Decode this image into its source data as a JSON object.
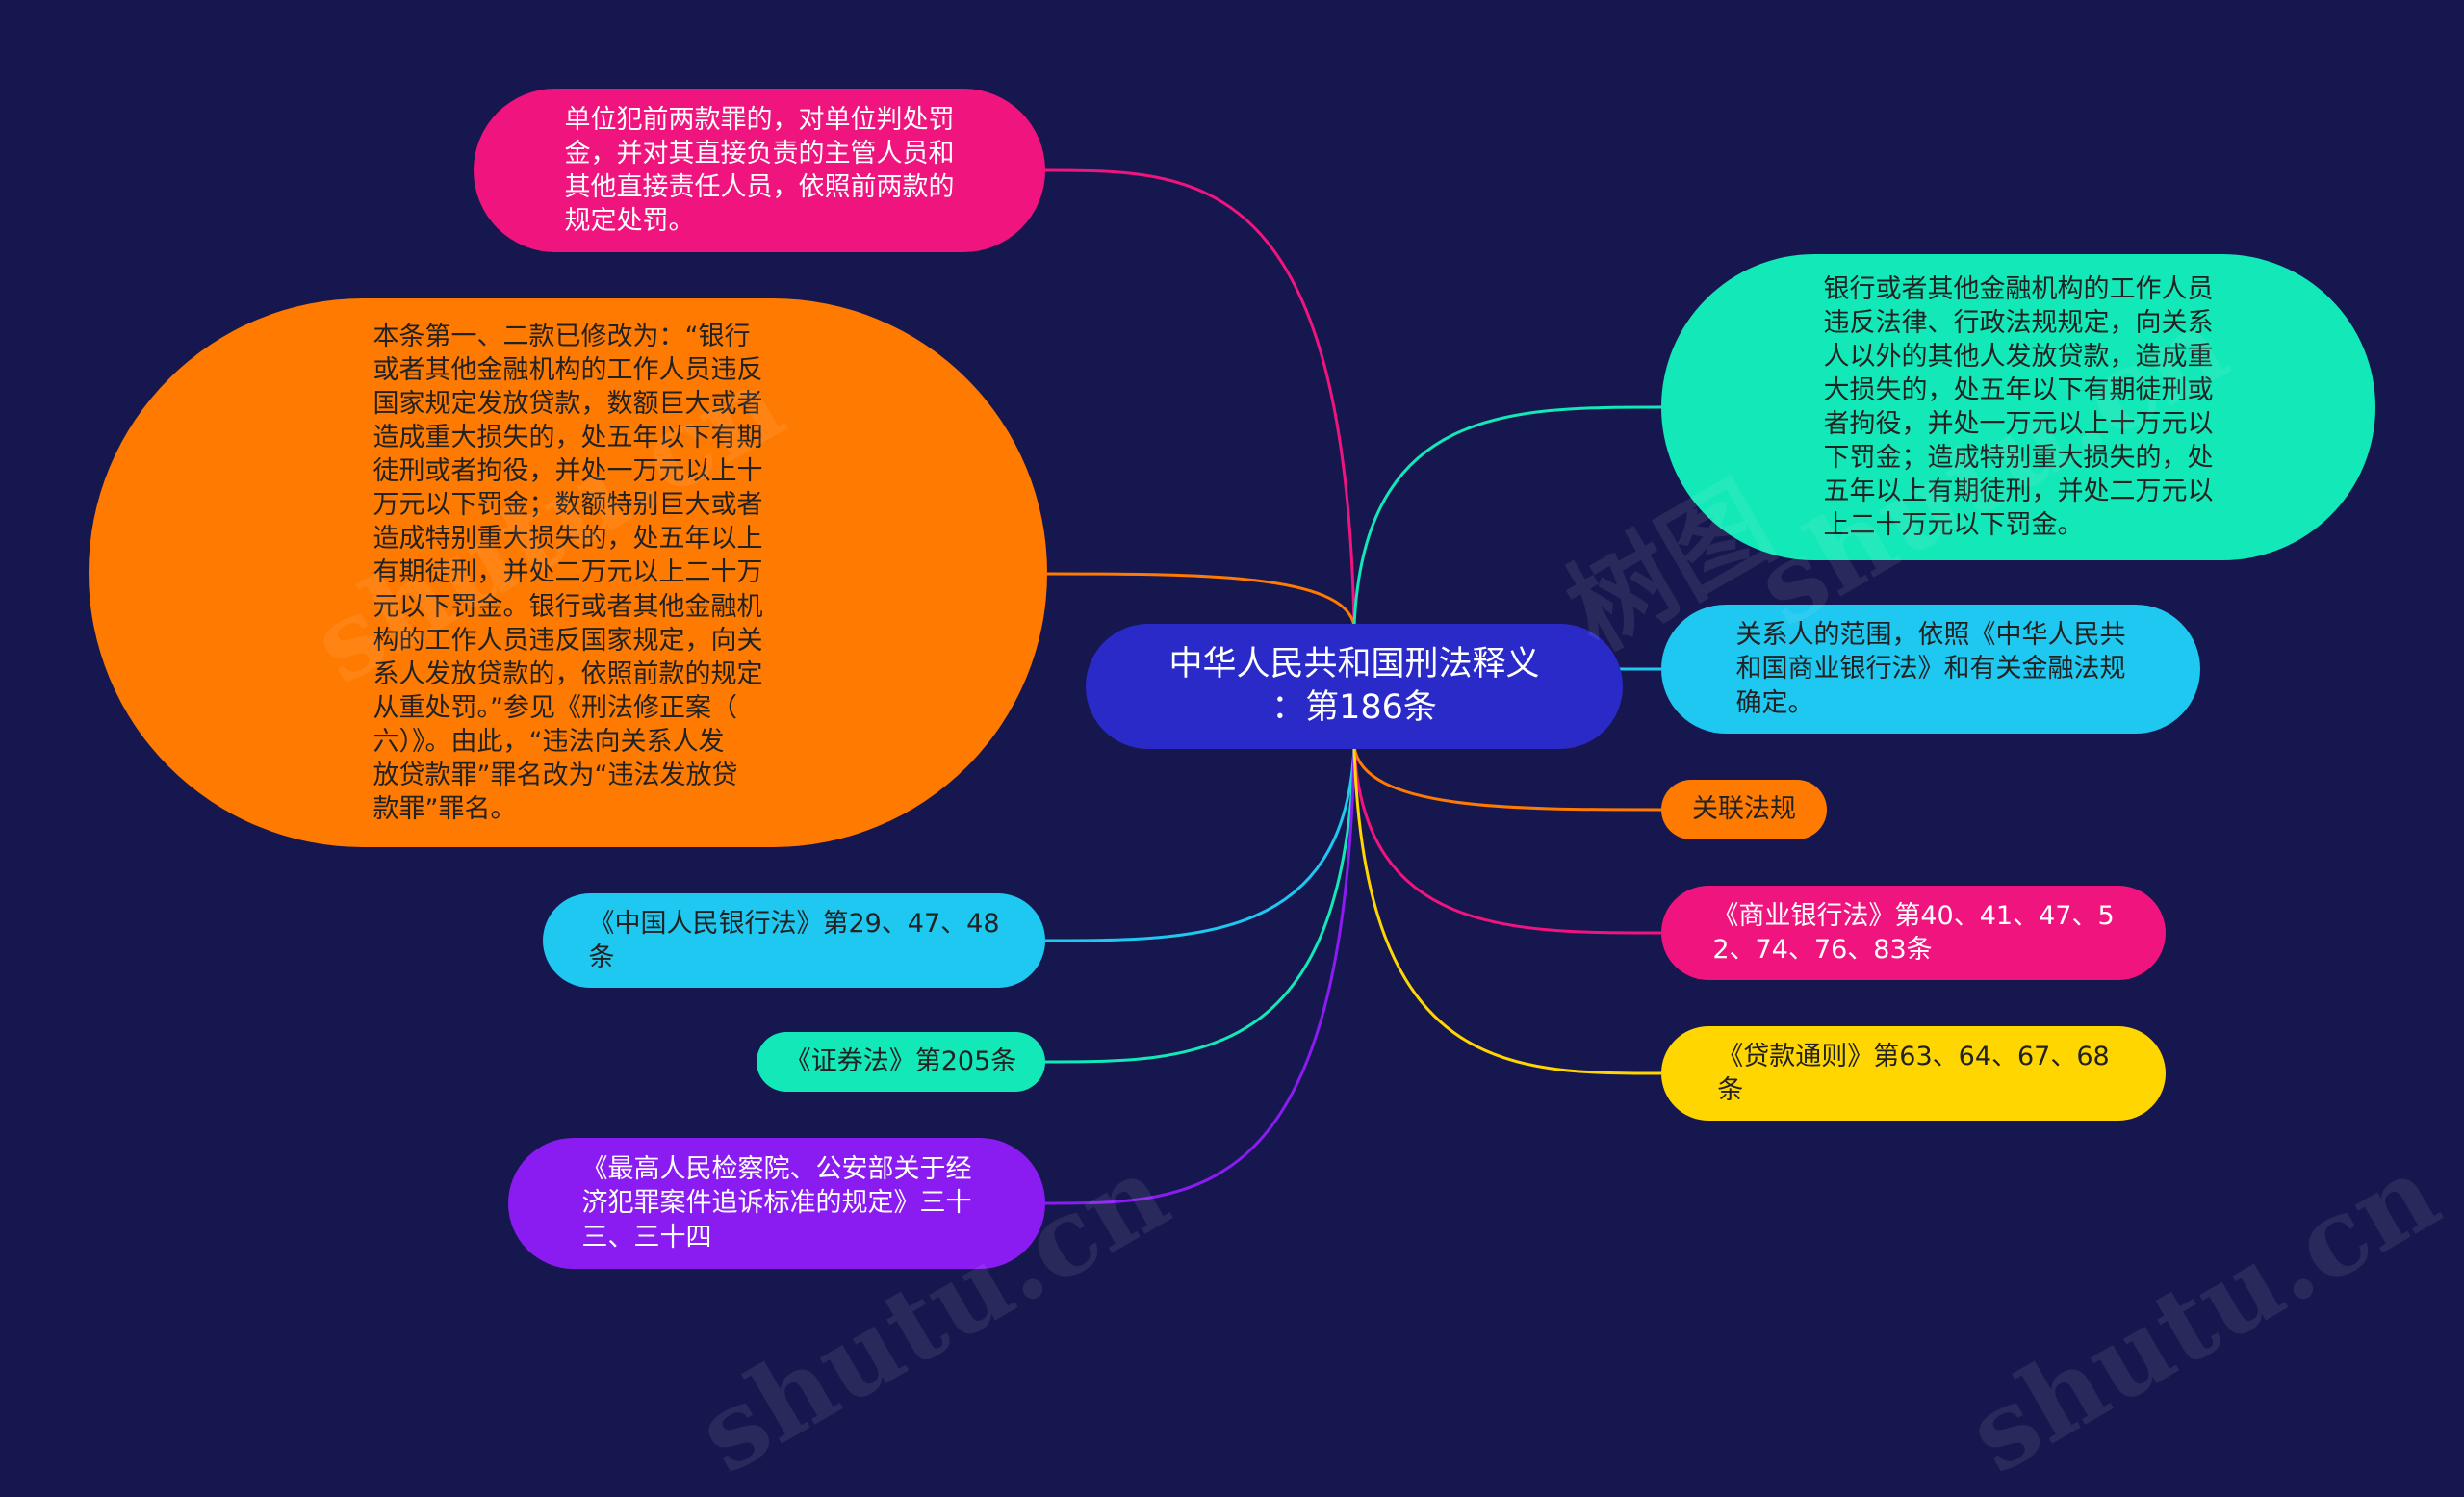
{
  "center": {
    "text": "中华人民共和国刑法释义\n：第186条",
    "color": "#2a2ac8"
  },
  "nodes": [
    {
      "id": "penalty-unit",
      "text": "单位犯前两款罪的，对单位判处罚\n金，并对其直接负责的主管人员和\n其他直接责任人员，依照前两款的\n规定处罚。",
      "color": "#f0157e",
      "text_color": "#ffffff"
    },
    {
      "id": "amendment-note",
      "text": "本条第一、二款已修改为：“银行\n或者其他金融机构的工作人员违反\n国家规定发放贷款，数额巨大或者\n造成重大损失的，处五年以下有期\n徒刑或者拘役，并处一万元以上十\n万元以下罚金；数额特别巨大或者\n造成特别重大损失的，处五年以上\n有期徒刑，并处二万元以上二十万\n元以下罚金。银行或者其他金融机\n构的工作人员违反国家规定，向关\n系人发放贷款的，依照前款的规定\n从重处罚。”参见《刑法修正案（\n六）》。由此，“违法向关系人发\n放贷款罪”罪名改为“违法发放贷\n款罪”罪名。",
      "color": "#ff7a00",
      "text_color": "#222222"
    },
    {
      "id": "pboc-law",
      "text": "《中国人民银行法》第29、47、48\n条",
      "color": "#1ec8f0",
      "text_color": "#222222"
    },
    {
      "id": "securities-law",
      "text": "《证券法》第205条",
      "color": "#12e8b8",
      "text_color": "#222222"
    },
    {
      "id": "prosecution-standard",
      "text": "《最高人民检察院、公安部关于经\n济犯罪案件追诉标准的规定》三十\n三、三十四",
      "color": "#8a1cf2",
      "text_color": "#ffffff"
    },
    {
      "id": "bank-staff-law",
      "text": "银行或者其他金融机构的工作人员\n违反法律、行政法规规定，向关系\n人以外的其他人发放贷款，造成重\n大损失的，处五年以下有期徒刑或\n者拘役，并处一万元以上十万元以\n下罚金；造成特别重大损失的，处\n五年以上有期徒刑，并处二万元以\n上二十万元以下罚金。",
      "color": "#12e8b8",
      "text_color": "#222222"
    },
    {
      "id": "related-party-scope",
      "text": "关系人的范围，依照《中华人民共\n和国商业银行法》和有关金融法规\n确定。",
      "color": "#1ec8f0",
      "text_color": "#222222"
    },
    {
      "id": "related-regulations",
      "text": "关联法规",
      "color": "#ff7a00",
      "text_color": "#222222"
    },
    {
      "id": "commercial-bank-law",
      "text": "《商业银行法》第40、41、47、5\n2、74、76、83条",
      "color": "#f0157e",
      "text_color": "#ffffff"
    },
    {
      "id": "loan-rules",
      "text": "《贷款通则》第63、64、67、68\n条",
      "color": "#ffd600",
      "text_color": "#222222"
    }
  ],
  "watermarks": [
    "树图",
    "shutu.cn"
  ]
}
